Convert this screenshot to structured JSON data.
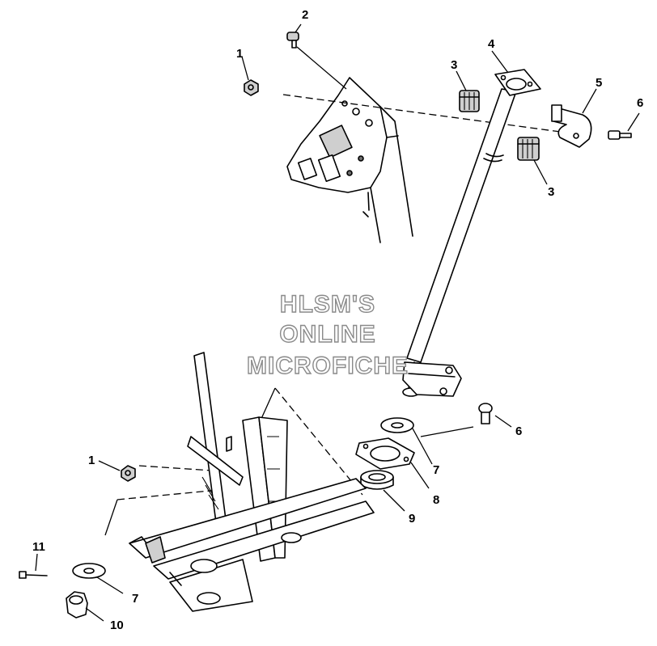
{
  "watermark": {
    "line1": "HLSM'S",
    "line2": "ONLINE",
    "line3": "MICROFICHE"
  },
  "callouts": {
    "c1_top": "1",
    "c2": "2",
    "c3_top": "3",
    "c4": "4",
    "c5": "5",
    "c6_top": "6",
    "c3_right": "3",
    "c6_mid": "6",
    "c7_mid": "7",
    "c8": "8",
    "c9": "9",
    "c1_left": "1",
    "c11": "11",
    "c7_bottom": "7",
    "c10": "10"
  }
}
